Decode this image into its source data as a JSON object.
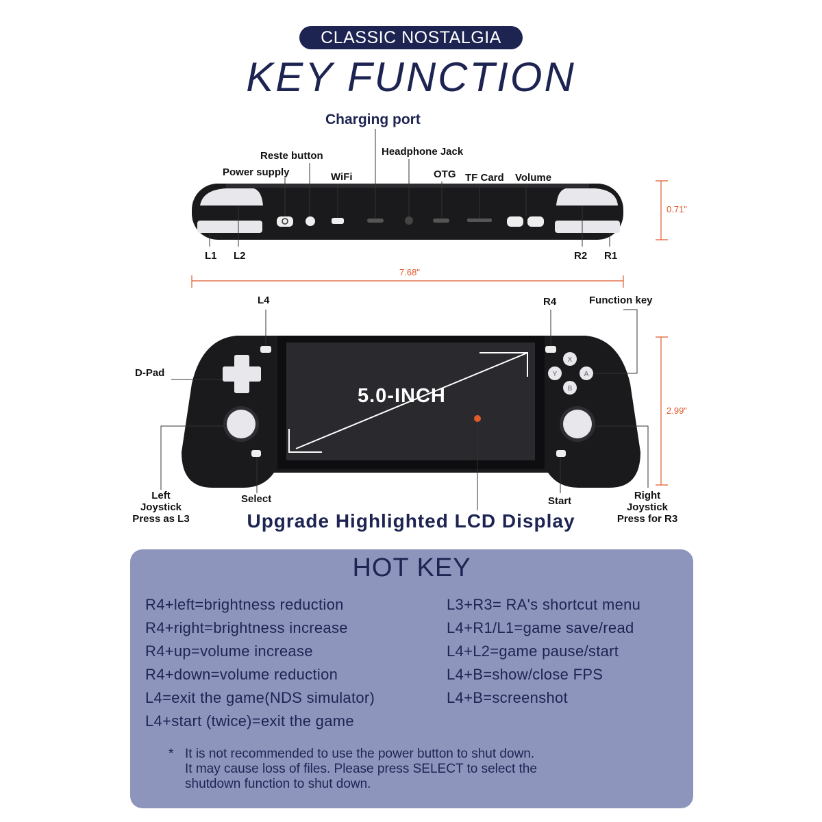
{
  "header": {
    "badge": "CLASSIC NOSTALGIA",
    "title": "KEY FUNCTION"
  },
  "top_view": {
    "charging_port": "Charging port",
    "reset_button": "Reste button",
    "headphone_jack": "Headphone Jack",
    "power_supply": "Power supply",
    "wifi": "WiFi",
    "otg": "OTG",
    "tf_card": "TF Card",
    "volume": "Volume",
    "l1": "L1",
    "l2": "L2",
    "r2": "R2",
    "r1": "R1",
    "width": "7.68\"",
    "thickness": "0.71\""
  },
  "front_view": {
    "l4": "L4",
    "r4": "R4",
    "function_key": "Function key",
    "dpad": "D-Pad",
    "screen_size": "5.0-INCH",
    "height": "2.99\"",
    "left_joystick": [
      "Left",
      "Joystick",
      "Press as L3"
    ],
    "select": "Select",
    "start": "Start",
    "right_joystick": [
      "Right",
      "Joystick",
      "Press for R3"
    ],
    "caption": "Upgrade Highlighted LCD Display",
    "buttons": {
      "x": "X",
      "y": "Y",
      "a": "A",
      "b": "B"
    }
  },
  "hot_key": {
    "title": "HOT KEY",
    "left": [
      "R4+left=brightness reduction",
      "R4+right=brightness increase",
      "R4+up=volume increase",
      "R4+down=volume reduction",
      "L4=exit the game(NDS simulator)",
      "L4+start (twice)=exit the game"
    ],
    "right": [
      "L3+R3= RA's shortcut menu",
      "L4+R1/L1=game save/read",
      "L4+L2=game pause/start",
      "L4+B=show/close FPS",
      "L4+B=screenshot"
    ],
    "note_star": "*",
    "note": [
      "It is not recommended to use the power button to shut down.",
      "It may cause loss of files. Please press SELECT to select the",
      "shutdown function to shut down."
    ]
  },
  "colors": {
    "navy": "#1d2452",
    "panel": "#8e95bd",
    "dimension": "#e05a2a",
    "device": "#1a1a1c"
  }
}
